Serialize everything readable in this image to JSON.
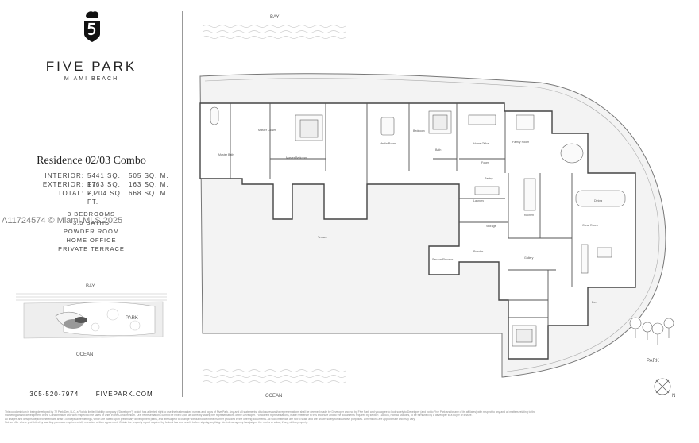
{
  "brand": {
    "name": "FIVE PARK",
    "location": "MIAMI BEACH"
  },
  "residence": {
    "title": "Residence 02/03 Combo",
    "areas": [
      {
        "label": "INTERIOR:",
        "sqft": "5441 SQ. FT.",
        "sqm": "505 SQ. M."
      },
      {
        "label": "EXTERIOR:",
        "sqft": "1763 SQ. FT.",
        "sqm": "163 SQ. M."
      },
      {
        "label": "TOTAL:",
        "sqft": "7,204 SQ. FT.",
        "sqm": "668 SQ. M."
      }
    ],
    "features": [
      "3 BEDROOMS",
      "3.5 BATHS",
      "POWDER ROOM",
      "HOME OFFICE",
      "PRIVATE TERRACE"
    ]
  },
  "watermark": "A11724574 © Miami MLS 2025",
  "key_map": {
    "bay": "BAY",
    "park": "PARK",
    "ocean": "OCEAN"
  },
  "contact": {
    "phone": "305-520-7974",
    "separator": "|",
    "website": "FIVEPARK.COM"
  },
  "plan": {
    "bay": "BAY",
    "ocean": "OCEAN",
    "park": "PARK",
    "compass": "N",
    "rooms": {
      "master_bath": "Master Bath",
      "master_closet": "Master Closet",
      "master_bedroom": "Master Bedroom",
      "media_room": "Media Room",
      "bedroom": "Bedroom",
      "bath": "Bath",
      "home_office": "Home Office",
      "family": "Family Room",
      "dining": "Dining",
      "great_room": "Great Room",
      "kitchen": "Kitchen",
      "pantry": "Pantry",
      "laundry": "Laundry",
      "storage": "Storage",
      "powder": "Powder",
      "foyer": "Foyer",
      "gallery": "Gallery",
      "den": "Den",
      "terrace": "Terrace",
      "service_elevator": "Service Elevator"
    }
  },
  "disclaimer": [
    "This condominium is being developed by 72 Park Dev, LLC, a Florida limited liability company (\"Developer\"), which has a limited right to use the trademarked names and logos of Five Park. Any and all statements, disclosures and/or representations shall be deemed made by Developer and not by Five Park and you agree to look solely to Developer (and not to Five Park and/or any of its affiliates) with respect to any and all matters relating to the",
    "marketing and/or development of the Condominium and with respect to the sales of units in the Condominium. Oral representations cannot be relied upon as correctly stating the representations of the Developer. For correct representations, make reference to this brochure and to the documents required by section 718.503, Florida Statutes, to be furnished by a developer to a buyer or lessee.",
    "All images and designs depicted herein are artist's conceptual renderings, which are based upon preliminary development plans, and are subject to change without notice in the manner provided in the offering documents. All such materials are not to scale and are shown solely for illustrative purposes. Dimensions are approximate and may vary.",
    "Not an offer where prohibited by law. Any purchase requires a fully executed written agreement. Obtain the property report required by federal law and read it before signing anything. No federal agency has judged the merits or value, if any, of this property."
  ]
}
